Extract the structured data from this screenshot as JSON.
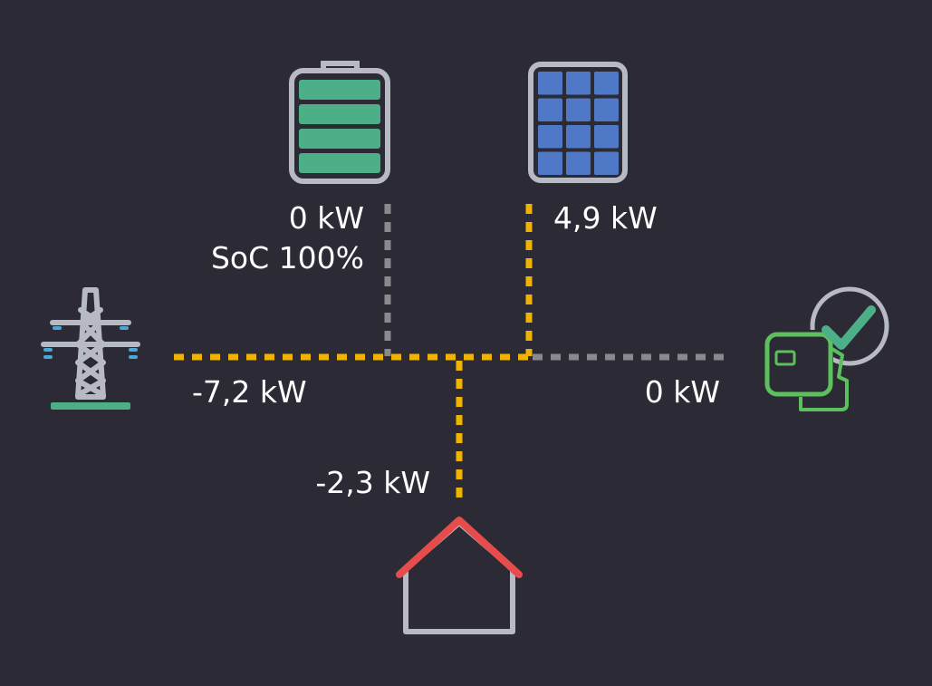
{
  "colors": {
    "background": "#2b2a35",
    "active_flow": "#f0b400",
    "inactive_flow": "#8a8a8e",
    "icon_outline": "#b7bac2",
    "battery_fill": "#4caf87",
    "solar_fill": "#4f79c6",
    "grid_accent": "#4aa7d8",
    "grid_base": "#4caf87",
    "house_roof": "#e64c4c",
    "charger": "#5cc15c",
    "check": "#4caf87"
  },
  "nodes": {
    "battery": {
      "icon": "battery-full-icon",
      "power": "0 kW",
      "soc": "SoC 100%"
    },
    "solar": {
      "icon": "solar-panel-icon",
      "power": "4,9 kW"
    },
    "grid": {
      "icon": "power-pylon-icon",
      "power": "-7,2 kW"
    },
    "house": {
      "icon": "house-icon",
      "power": "-2,3 kW"
    },
    "charger": {
      "icon": "ev-charger-icon",
      "status_icon": "check-icon",
      "power": "0 kW"
    }
  }
}
